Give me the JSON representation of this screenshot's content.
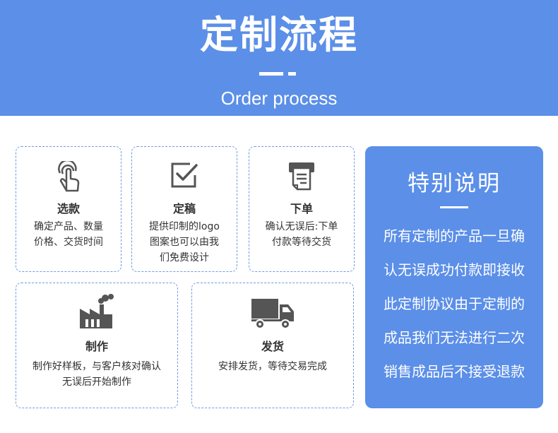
{
  "header": {
    "title": "定制流程",
    "subtitle": "Order process"
  },
  "steps": [
    {
      "icon": "touch-hand-icon",
      "title": "选款",
      "desc": [
        "确定产品、数量",
        "价格、交货时间"
      ]
    },
    {
      "icon": "checkbox-icon",
      "title": "定稿",
      "desc": [
        "提供印制的logo",
        "图案也可以由我",
        "们免费设计"
      ]
    },
    {
      "icon": "receipt-printer-icon",
      "title": "下单",
      "desc": [
        "确认无误后:下单",
        "付款等待交货"
      ]
    },
    {
      "icon": "factory-icon",
      "title": "制作",
      "desc": [
        "制作好样板，与客户核对确认",
        "无误后开始制作"
      ]
    },
    {
      "icon": "truck-icon",
      "title": "发货",
      "desc": [
        "安排发货，等待交易完成"
      ]
    }
  ],
  "special": {
    "title": "特别说明",
    "lines": [
      "所有定制的产品一旦确",
      "认无误成功付款即接收",
      "此定制协议由于定制的",
      "成品我们无法进行二次",
      "销售成品后不接受退款"
    ]
  },
  "colors": {
    "accent": "#5b8fe8",
    "icon": "#555555",
    "text": "#333333"
  }
}
